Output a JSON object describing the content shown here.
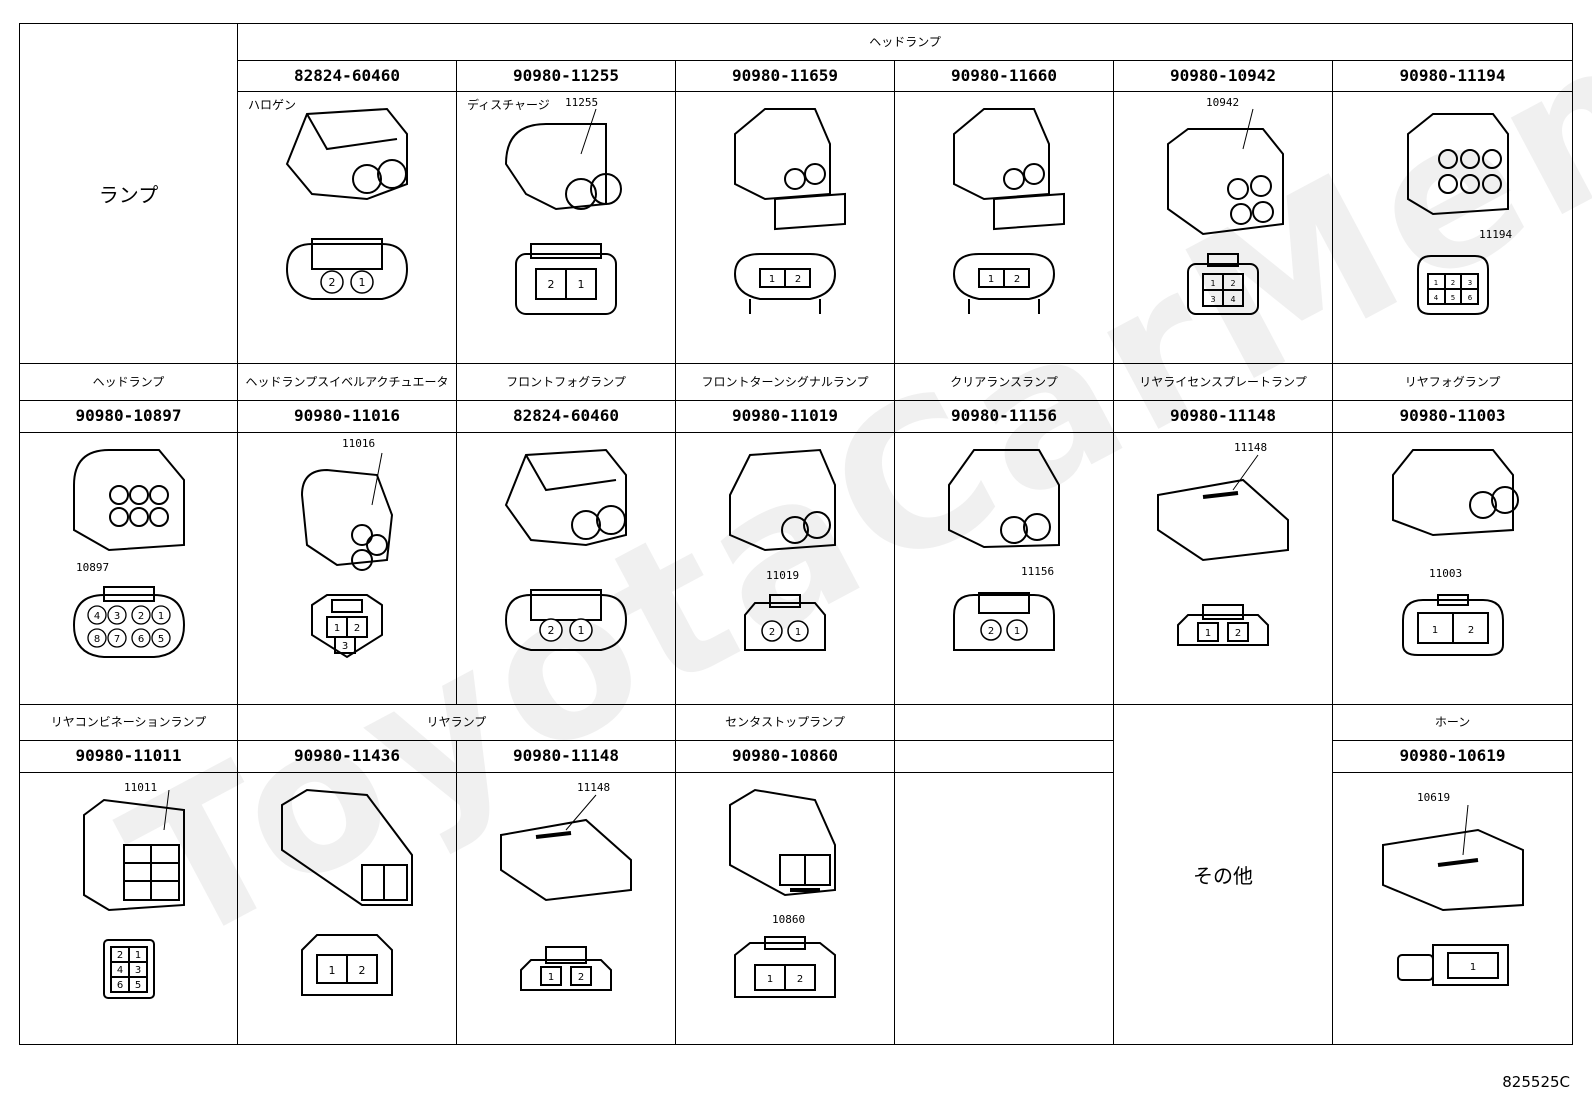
{
  "figure_code": "825525C",
  "watermark": "ToyotaCarMen.ru",
  "rows": [
    {
      "label": "ランプ",
      "header_category": "ヘッドランプ",
      "connectors": [
        {
          "part": "82824-60460",
          "note": "ハロゲン",
          "callout": "",
          "pins": [
            "2",
            "1"
          ]
        },
        {
          "part": "90980-11255",
          "note": "ディスチャージ",
          "callout": "11255",
          "pins": [
            "2",
            "1"
          ]
        },
        {
          "part": "90980-11659",
          "note": "",
          "callout": "",
          "pins": [
            "1",
            "2"
          ]
        },
        {
          "part": "90980-11660",
          "note": "",
          "callout": "",
          "pins": [
            "1",
            "2"
          ]
        },
        {
          "part": "90980-10942",
          "note": "",
          "callout": "10942",
          "pins": [
            "1",
            "2",
            "3",
            "4"
          ]
        },
        {
          "part": "90980-11194",
          "note": "",
          "callout": "11194",
          "pins": [
            "1",
            "2",
            "3",
            "4",
            "5",
            "6"
          ]
        }
      ]
    },
    {
      "categories": [
        "ヘッドランプ",
        "ヘッドランプスイベルアクチュエータ",
        "フロントフォグランプ",
        "フロントターンシグナルランプ",
        "クリアランスランプ",
        "リヤライセンスプレートランプ",
        "リヤフォグランプ"
      ],
      "connectors": [
        {
          "part": "90980-10897",
          "callout": "10897",
          "pins": [
            "4",
            "3",
            "2",
            "1",
            "8",
            "7",
            "6",
            "5"
          ]
        },
        {
          "part": "90980-11016",
          "callout": "11016",
          "pins": [
            "1",
            "2",
            "3"
          ]
        },
        {
          "part": "82824-60460",
          "callout": "",
          "pins": [
            "2",
            "1"
          ]
        },
        {
          "part": "90980-11019",
          "callout": "11019",
          "pins": [
            "2",
            "1"
          ]
        },
        {
          "part": "90980-11156",
          "callout": "11156",
          "pins": [
            "2",
            "1"
          ]
        },
        {
          "part": "90980-11148",
          "callout": "11148",
          "pins": [
            "1",
            "2"
          ]
        },
        {
          "part": "90980-11003",
          "callout": "11003",
          "pins": [
            "1",
            "2"
          ]
        }
      ]
    },
    {
      "categories": [
        "リヤコンビネーションランプ",
        "リヤランプ",
        "センタストップランプ",
        "",
        "ホーン"
      ],
      "other_label": "その他",
      "connectors": [
        {
          "part": "90980-11011",
          "callout": "11011",
          "pins": [
            "2",
            "1",
            "4",
            "3",
            "6",
            "5"
          ]
        },
        {
          "part": "90980-11436",
          "callout": "",
          "pins": [
            "1",
            "2"
          ]
        },
        {
          "part": "90980-11148",
          "callout": "11148",
          "pins": [
            "1",
            "2"
          ]
        },
        {
          "part": "90980-10860",
          "callout": "10860",
          "pins": [
            "1",
            "2"
          ]
        },
        {
          "part": "",
          "callout": "",
          "pins": []
        },
        {
          "part": "90980-10619",
          "callout": "10619",
          "pins": [
            "1"
          ]
        }
      ]
    }
  ]
}
